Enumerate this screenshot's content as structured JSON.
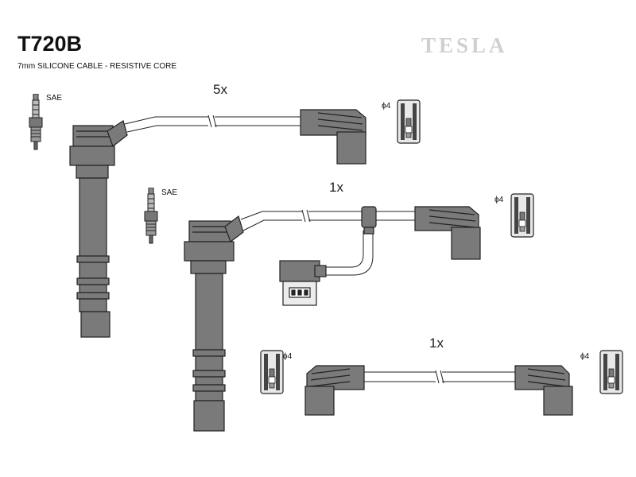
{
  "header": {
    "part_number": "T720B",
    "description": "7mm SILICONE CABLE - RESISTIVE CORE",
    "brand": "TESLA"
  },
  "diagram": {
    "spark_plug_type": "SAE",
    "terminal_size": "ϕ4",
    "leads": [
      {
        "quantity": "5x"
      },
      {
        "quantity": "1x"
      },
      {
        "quantity": "1x"
      }
    ]
  },
  "colors": {
    "part_fill": "#7a7a7a",
    "outline": "#222222",
    "brand": "#d0d0d0"
  }
}
